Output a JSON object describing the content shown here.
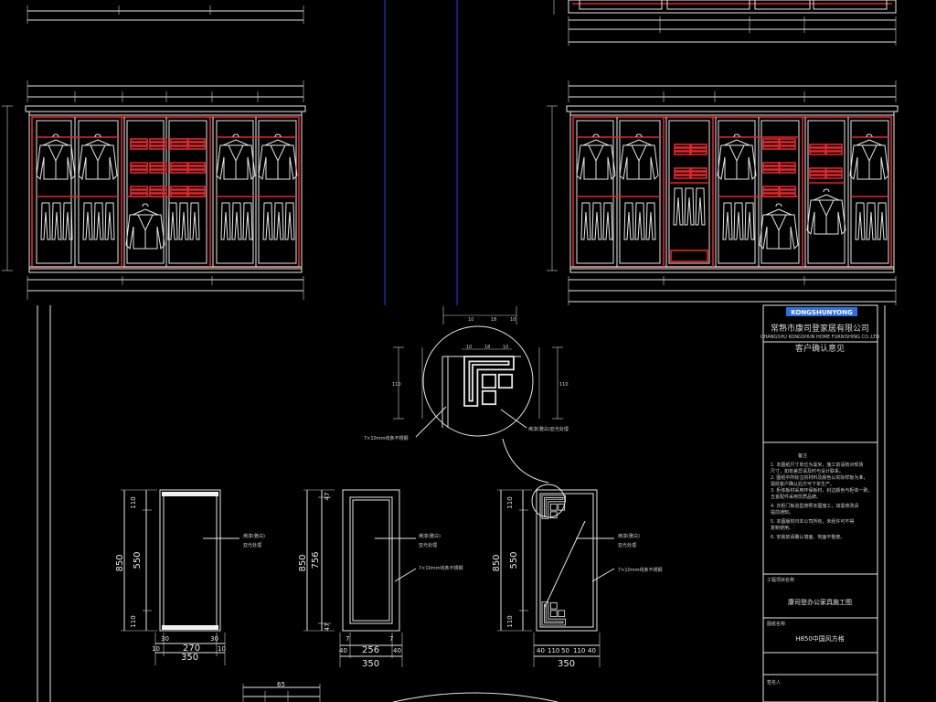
{
  "title_block": {
    "logo_text": "KONGSHUNYONG",
    "company_name": "常熟市康司登家居有限公司",
    "company_sub": "CHANGSHU KONGSHUN HOME FURNISHING CO.,LTD",
    "section_client": "客户确认意见",
    "notes_heading": "备注",
    "notes_lines": [
      "1. 本图纸尺寸单位为毫米，施工前请核对现场",
      "尺寸，如有差异请及时与设计联系。",
      "2. 图纸中所标注的材料及颜色以实际样板为准，",
      "需经客户确认后方可下单生产。",
      "3. 柜体板材采用环保板材，封边颜色与柜体一致，",
      "五金配件采用优质品牌。",
      "4. 衣柜门板造型按照本图施工，如需修改请",
      "提前通知。",
      "5. 本图版权归本公司所有，未经许可不得",
      "复制使用。",
      "6. 安装前请确认墙面、地面平整度。"
    ],
    "project_label": "工程项目名称",
    "project_value": "康司登办公家具施工图",
    "drawing_label": "图纸名称",
    "drawing_value": "H850中国风方格",
    "sign_label": "签名人"
  },
  "callouts": {
    "detail_note_left": "7×10mm线条不锈钢",
    "detail_note_right": "烤漆(雅白)亚光处理",
    "panel1_note_a": "烤漆(雅白)",
    "panel1_note_b": "亚光处理",
    "panel2_note_a": "烤漆(雅白)",
    "panel2_note_b": "亚光处理",
    "panel2_note_c": "7×10mm线条不锈钢",
    "panel3_note_a": "烤漆(雅白)",
    "panel3_note_b": "亚光处理",
    "panel3_note_c": "7×10mm线条不锈钢"
  },
  "dims": {
    "p1_height": "850",
    "p1_top": "110",
    "p1_mid": "550",
    "p1_bot": "110",
    "p1_w_a": "30",
    "p1_w_b": "30",
    "p1_w_inner": "270",
    "p1_w_10a": "10",
    "p1_w_10b": "10",
    "p1_w_total": "350",
    "p2_height": "850",
    "p2_inner": "756",
    "p2_top": "47",
    "p2_bot": "47",
    "p2_w_a": "7",
    "p2_w_b": "7",
    "p2_w_inner": "256",
    "p2_w_40a": "40",
    "p2_w_40b": "40",
    "p2_w_total": "350",
    "p3_height": "850",
    "p3_top": "110",
    "p3_mid": "550",
    "p3_bot": "110",
    "p3_w_a": "40",
    "p3_w_b": "110",
    "p3_w_c": "50",
    "p3_w_d": "110",
    "p3_w_e": "40",
    "p3_w_total": "350",
    "det_top_a": "10",
    "det_top_b": "18",
    "det_top_c": "10",
    "det_top_d": "10",
    "det_left": "110",
    "det_right": "110",
    "bottom_65": "65"
  }
}
